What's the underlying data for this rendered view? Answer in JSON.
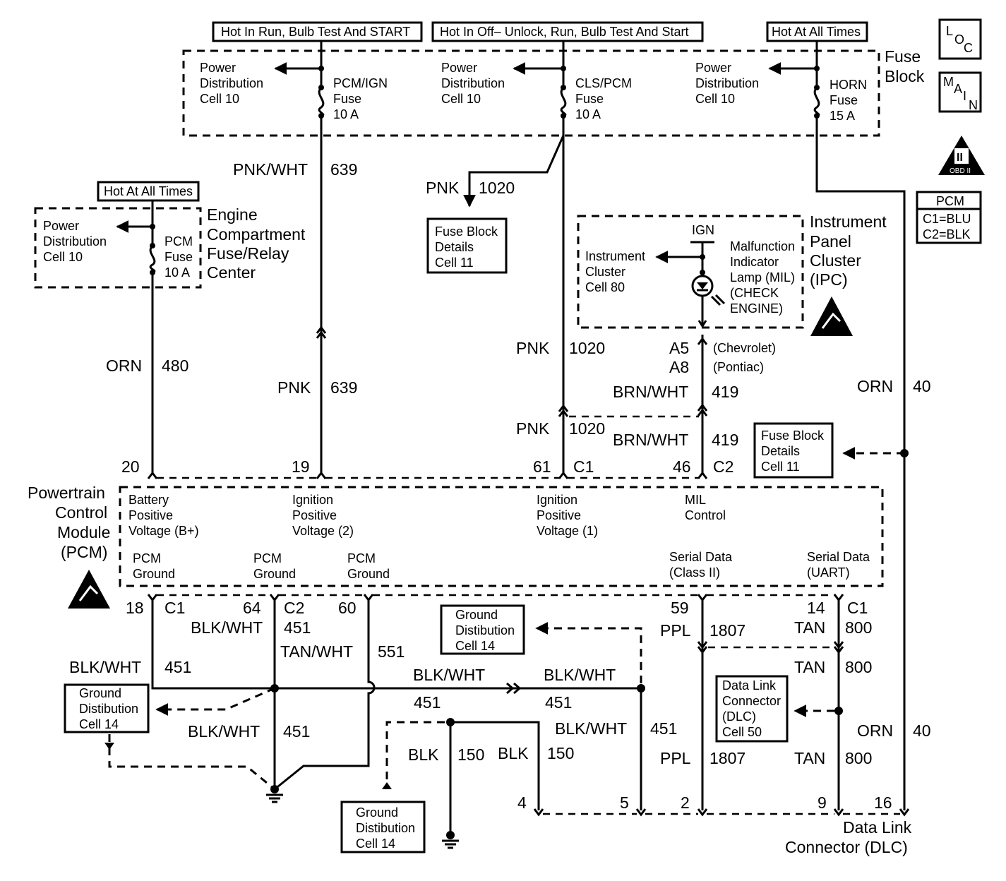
{
  "headers": {
    "hot_run_bulb_start": "Hot In Run, Bulb Test And START",
    "hot_off_unlock": "Hot In Off– Unlock, Run, Bulb Test And Start",
    "hot_all_times_main": "Hot At All Times",
    "hot_all_times_ecfrc": "Hot At All Times"
  },
  "fuse_block": {
    "title_line1": "Fuse",
    "title_line2": "Block",
    "pdc_left": [
      "Power",
      "Distribution",
      "Cell 10"
    ],
    "pdc_mid": [
      "Power",
      "Distribution",
      "Cell 10"
    ],
    "pdc_right": [
      "Power",
      "Distribution",
      "Cell 10"
    ],
    "fuse_pcm_ign": [
      "PCM/IGN",
      "Fuse",
      "10 A"
    ],
    "fuse_cls_pcm": [
      "CLS/PCM",
      "Fuse",
      "10 A"
    ],
    "fuse_horn": [
      "HORN",
      "Fuse",
      "15 A"
    ]
  },
  "icons": {
    "loc": [
      "L",
      "O",
      "C"
    ],
    "main": [
      "M",
      "A",
      "I",
      "N"
    ],
    "obd_numeral": "II",
    "obd_text": "OBD II"
  },
  "pcm_connector_legend": {
    "title": "PCM",
    "c1": "C1=BLU",
    "c2": "C2=BLK"
  },
  "ecfrc": {
    "title": [
      "Engine",
      "Compartment",
      "Fuse/Relay",
      "Center"
    ],
    "pdc": [
      "Power",
      "Distribution",
      "Cell 10"
    ],
    "fuse": [
      "PCM",
      "Fuse",
      "10 A"
    ]
  },
  "ipc": {
    "title": [
      "Instrument",
      "Panel",
      "Cluster",
      "(IPC)"
    ],
    "ign": "IGN",
    "cell_ref": [
      "Instrument",
      "Cluster",
      "Cell 80"
    ],
    "mil": [
      "Malfunction",
      "Indicator",
      "Lamp (MIL)",
      "(CHECK",
      "ENGINE)"
    ],
    "pin_a5": "A5",
    "pin_a8": "A8",
    "chevrolet": "(Chevrolet)",
    "pontiac": "(Pontiac)"
  },
  "wires": {
    "pnk_wht_639_color": "PNK/WHT",
    "pnk_wht_639_num": "639",
    "pnk_639_color": "PNK",
    "pnk_639_num": "639",
    "pnk_1020_top_color": "PNK",
    "pnk_1020_top_num": "1020",
    "pnk_1020_mid_color": "PNK",
    "pnk_1020_mid_num": "1020",
    "pnk_1020_low_color": "PNK",
    "pnk_1020_low_num": "1020",
    "orn_480_color": "ORN",
    "orn_480_num": "480",
    "brn_wht_419_a_color": "BRN/WHT",
    "brn_wht_419_a_num": "419",
    "brn_wht_419_b_color": "BRN/WHT",
    "brn_wht_419_b_num": "419",
    "orn_40_top_color": "ORN",
    "orn_40_top_num": "40",
    "orn_40_bot_color": "ORN",
    "orn_40_bot_num": "40",
    "blk_wht_451_a_color": "BLK/WHT",
    "blk_wht_451_a_num": "451",
    "blk_wht_451_b_color": "BLK/WHT",
    "blk_wht_451_b_num": "451",
    "blk_wht_451_c_color": "BLK/WHT",
    "blk_wht_451_c_num": "451",
    "blk_wht_451_d_color": "BLK/WHT",
    "blk_wht_451_d_num": "451",
    "blk_wht_451_e_color": "BLK/WHT",
    "blk_wht_451_e_num": "451",
    "blk_wht_451_f_color": "BLK/WHT",
    "blk_wht_451_f_num": "451",
    "tan_wht_551_color": "TAN/WHT",
    "tan_wht_551_num": "551",
    "blk_150_a_color": "BLK",
    "blk_150_a_num": "150",
    "blk_150_b_color": "BLK",
    "blk_150_b_num": "150",
    "ppl_1807_a_color": "PPL",
    "ppl_1807_a_num": "1807",
    "ppl_1807_b_color": "PPL",
    "ppl_1807_b_num": "1807",
    "tan_800_a_color": "TAN",
    "tan_800_a_num": "800",
    "tan_800_b_color": "TAN",
    "tan_800_b_num": "800",
    "tan_800_c_color": "TAN",
    "tan_800_c_num": "800"
  },
  "pins": {
    "p20": "20",
    "p19": "19",
    "p61": "61",
    "c1_top": "C1",
    "p46": "46",
    "c2_top": "C2",
    "p18": "18",
    "c1_bot": "C1",
    "p64": "64",
    "c2_bot": "C2",
    "p60": "60",
    "p59": "59",
    "p14": "14",
    "c1_bot_right": "C1",
    "dlc4": "4",
    "dlc5": "5",
    "dlc2": "2",
    "dlc9": "9",
    "dlc16": "16"
  },
  "pcm": {
    "title": [
      "Powertrain",
      "Control",
      "Module",
      "(PCM)"
    ],
    "bplus": [
      "Battery",
      "Positive",
      "Voltage (B+)"
    ],
    "ign2": [
      "Ignition",
      "Positive",
      "Voltage (2)"
    ],
    "ign1": [
      "Ignition",
      "Positive",
      "Voltage (1)"
    ],
    "mil_ctrl": [
      "MIL",
      "Control"
    ],
    "gnd1": [
      "PCM",
      "Ground"
    ],
    "gnd2": [
      "PCM",
      "Ground"
    ],
    "gnd3": [
      "PCM",
      "Ground"
    ],
    "serial_class2": [
      "Serial Data",
      "(Class II)"
    ],
    "serial_uart": [
      "Serial Data",
      "(UART)"
    ]
  },
  "refs": {
    "fuse_block_details_1": [
      "Fuse Block",
      "Details",
      "Cell 11"
    ],
    "fuse_block_details_2": [
      "Fuse Block",
      "Details",
      "Cell 11"
    ],
    "ground_dist_1": [
      "Ground",
      "Distibution",
      "Cell 14"
    ],
    "ground_dist_2": [
      "Ground",
      "Distibution",
      "Cell 14"
    ],
    "ground_dist_3": [
      "Ground",
      "Distibution",
      "Cell 14"
    ],
    "dlc_cell": [
      "Data Link",
      "Connector",
      "(DLC)",
      "Cell 50"
    ]
  },
  "dlc": {
    "title": [
      "Data Link",
      "Connector (DLC)"
    ]
  }
}
